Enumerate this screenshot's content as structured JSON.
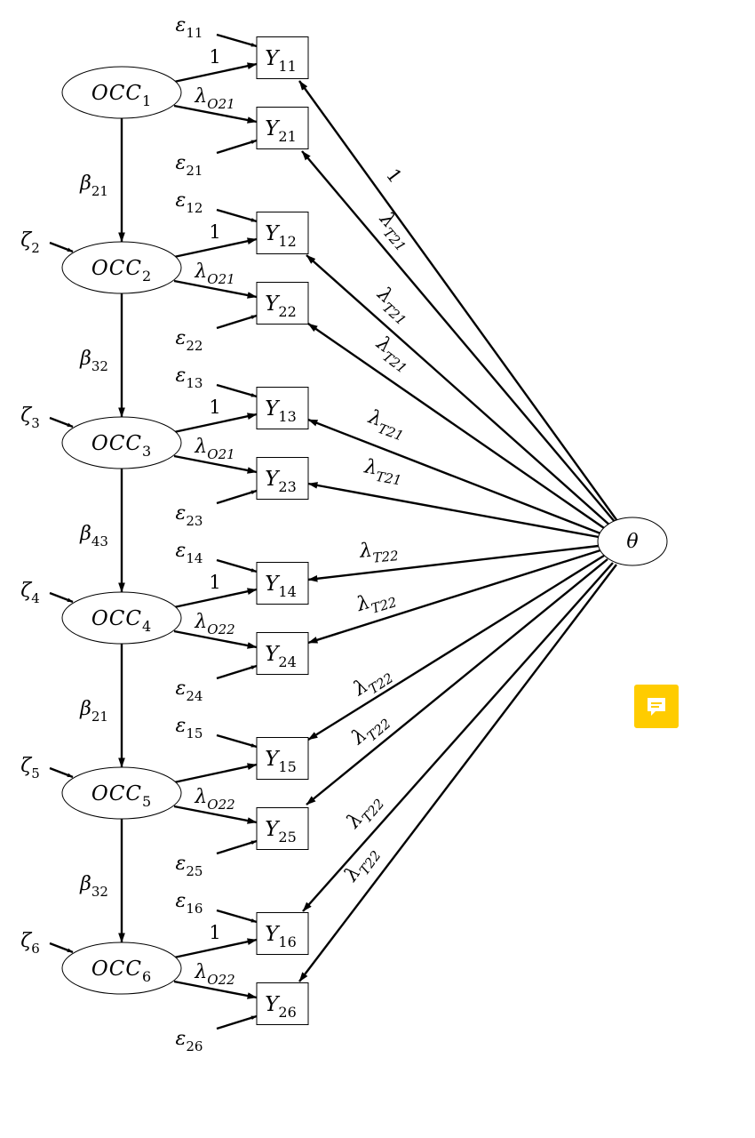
{
  "diagram": {
    "occasions": [
      {
        "base": "OCC",
        "sub": "1",
        "zeta": null
      },
      {
        "base": "OCC",
        "sub": "2",
        "zeta": "2"
      },
      {
        "base": "OCC",
        "sub": "3",
        "zeta": "3"
      },
      {
        "base": "OCC",
        "sub": "4",
        "zeta": "4"
      },
      {
        "base": "OCC",
        "sub": "5",
        "zeta": "5"
      },
      {
        "base": "OCC",
        "sub": "6",
        "zeta": "6"
      }
    ],
    "indicators": [
      {
        "sub": "11",
        "eps": "11",
        "load": "1"
      },
      {
        "sub": "21",
        "eps": "21",
        "load": "O21"
      },
      {
        "sub": "12",
        "eps": "12",
        "load": "1"
      },
      {
        "sub": "22",
        "eps": "22",
        "load": "O21"
      },
      {
        "sub": "13",
        "eps": "13",
        "load": "1"
      },
      {
        "sub": "23",
        "eps": "23",
        "load": "O21"
      },
      {
        "sub": "14",
        "eps": "14",
        "load": "1"
      },
      {
        "sub": "24",
        "eps": "24",
        "load": "O22"
      },
      {
        "sub": "15",
        "eps": "15",
        "load": ""
      },
      {
        "sub": "25",
        "eps": "25",
        "load": "O22"
      },
      {
        "sub": "16",
        "eps": "16",
        "load": "1"
      },
      {
        "sub": "26",
        "eps": "26",
        "load": "O22"
      }
    ],
    "betas": [
      "21",
      "32",
      "43",
      "21",
      "32"
    ],
    "trait": {
      "symbol": "θ"
    },
    "trait_loadings": [
      "1",
      "T21",
      "T21",
      "T21",
      "T21",
      "T21",
      "T22",
      "T22",
      "T22",
      "T22",
      "T22",
      "T22"
    ],
    "symbols": {
      "eps": "ε",
      "zeta": "ζ",
      "beta": "β",
      "lambda": "λ",
      "Y": "Y"
    }
  },
  "comment_button": {
    "icon": "comment-icon",
    "color": "#ffcc00"
  }
}
